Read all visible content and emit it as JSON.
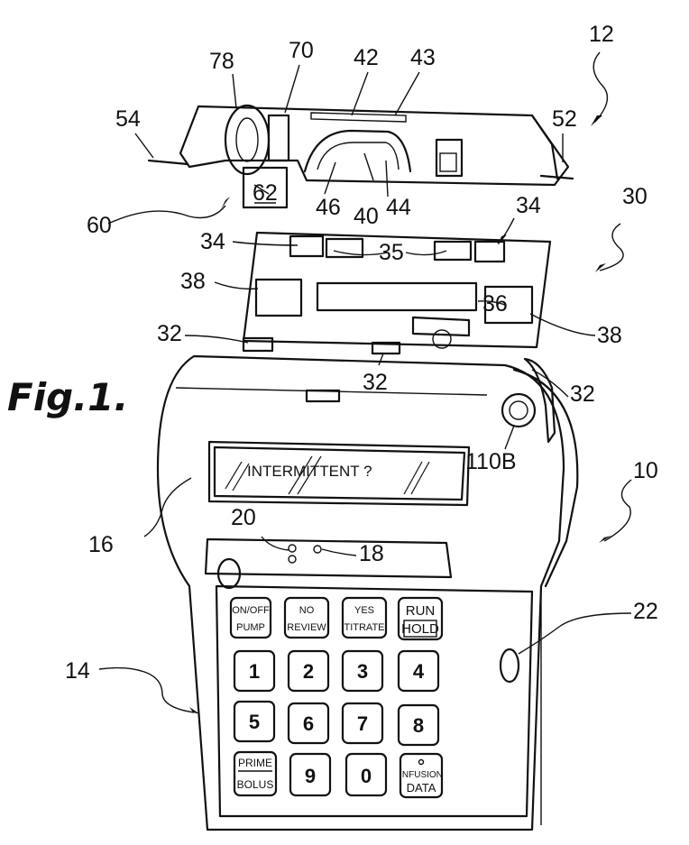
{
  "figure": {
    "label": "Fig.1.",
    "display_text": "INTERMITTENT ?",
    "refs": [
      "12",
      "78",
      "70",
      "42",
      "43",
      "54",
      "52",
      "62",
      "46",
      "40",
      "44",
      "60",
      "34",
      "34",
      "35",
      "30",
      "38",
      "36",
      "38",
      "32",
      "32",
      "32",
      "110B",
      "10",
      "20",
      "18",
      "16",
      "22",
      "14"
    ],
    "keys_function": [
      {
        "top": "ON/OFF",
        "bottom": "PUMP"
      },
      {
        "top": "NO",
        "bottom": "REVIEW"
      },
      {
        "top": "YES",
        "bottom": "TITRATE"
      },
      {
        "top": "RUN",
        "bottom": "HOLD"
      }
    ],
    "keys_digits": [
      "1",
      "2",
      "3",
      "4",
      "5",
      "6",
      "7",
      "8"
    ],
    "keys_bottom": [
      {
        "top": "PRIME",
        "bottom": "BOLUS"
      },
      {
        "label": "9"
      },
      {
        "label": "0"
      },
      {
        "top": "INFUSION",
        "bottom": "DATA"
      }
    ]
  }
}
